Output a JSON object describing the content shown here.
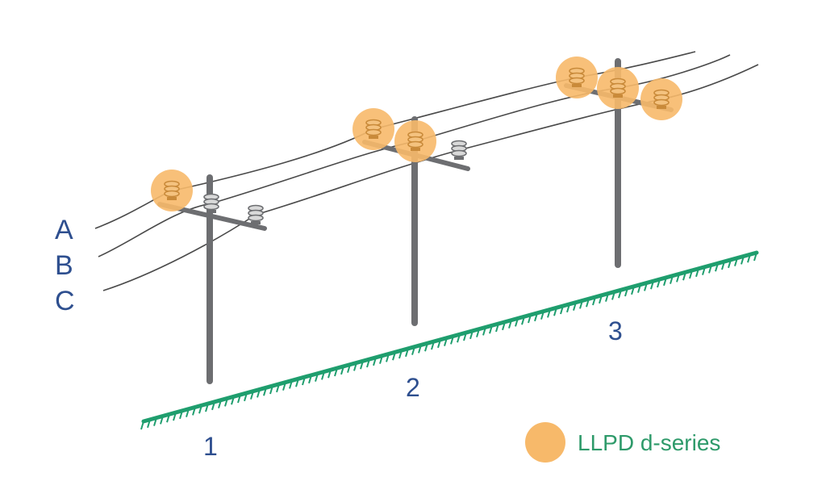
{
  "diagram": {
    "phase_labels": [
      "A",
      "B",
      "C"
    ],
    "pole_labels": [
      "1",
      "2",
      "3"
    ],
    "legend": {
      "label": "LLPD d-series"
    },
    "colors": {
      "arrester": "#f7b96a",
      "pole": "#6d6e71",
      "wire": "#4a4a4a",
      "ground": "#1f9e6e",
      "insulator": "#9a9a9a",
      "text_blue": "#2e4f8f",
      "legend_text": "#2e9a6a"
    },
    "protected_insulators": {
      "pole_1": [
        "A"
      ],
      "pole_2": [
        "A",
        "B"
      ],
      "pole_3": [
        "A",
        "B",
        "C"
      ]
    }
  }
}
